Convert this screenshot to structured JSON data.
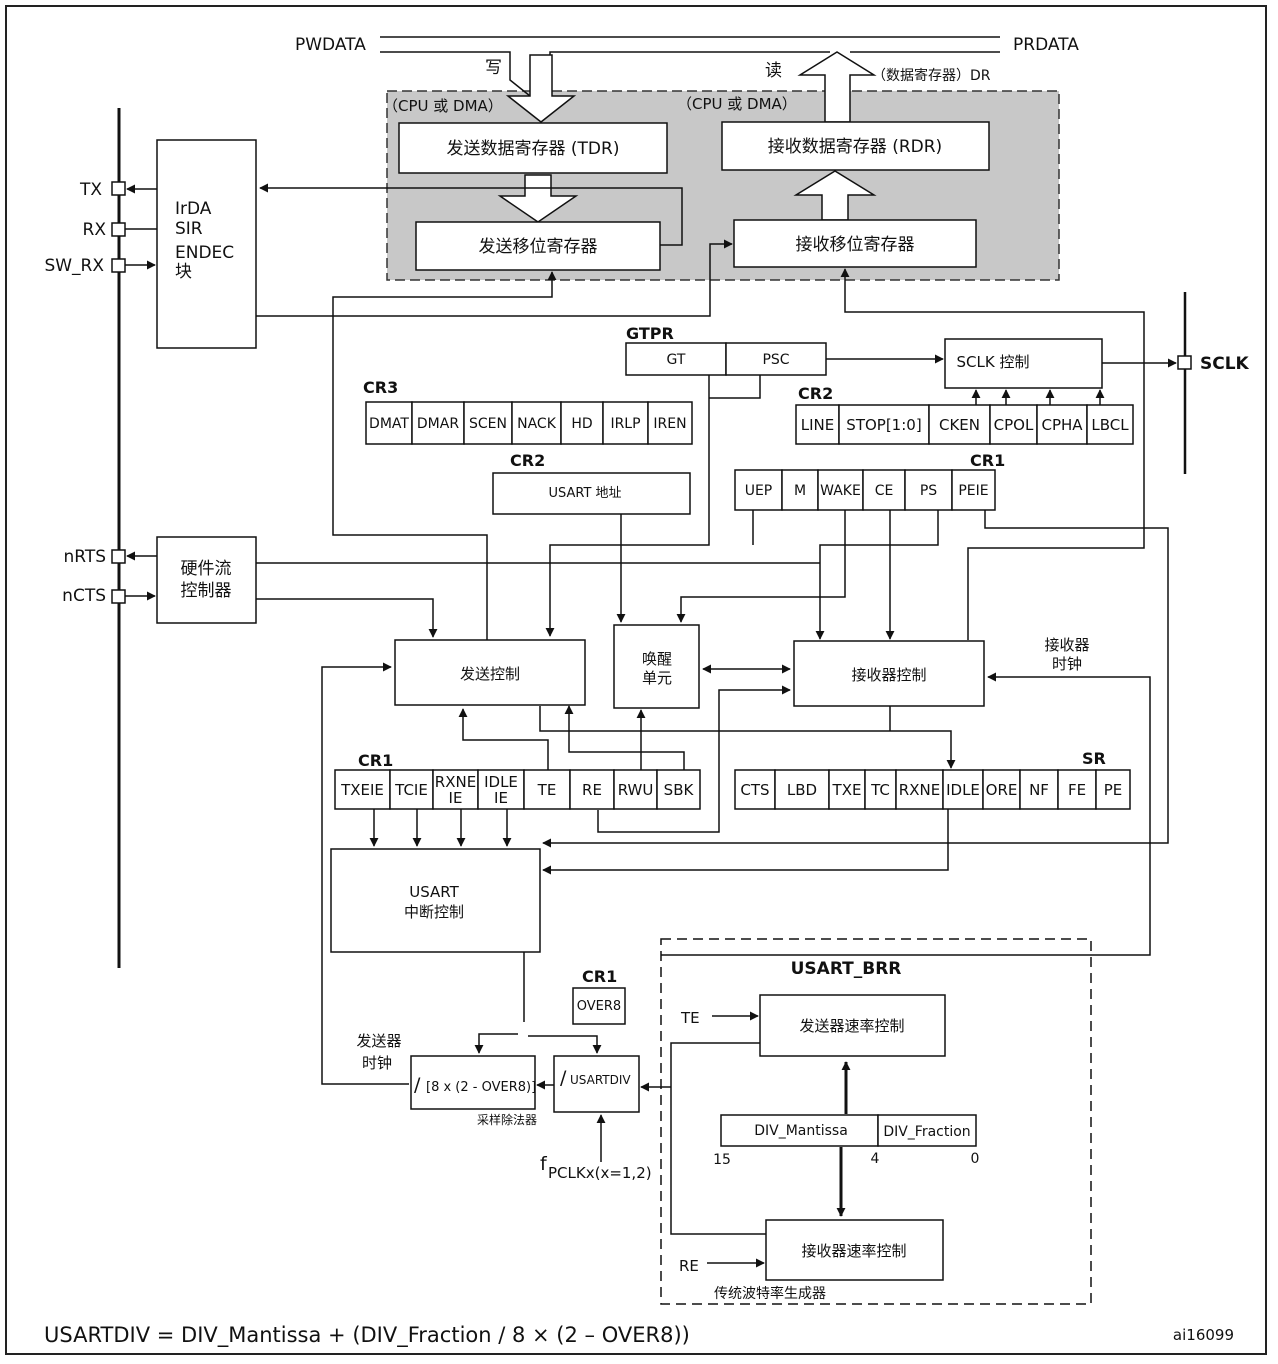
{
  "bus": {
    "pwdata": "PWDATA",
    "prdata": "PRDATA",
    "write": "写",
    "read": "读",
    "dr": "（数据寄存器）DR",
    "cpu_dma_left": "（CPU 或 DMA）",
    "cpu_dma_right": "（CPU 或 DMA）"
  },
  "registers": {
    "tdr": "发送数据寄存器 (TDR)",
    "rdr": "接收数据寄存器 (RDR)",
    "tx_shift": "发送移位寄存器",
    "rx_shift": "接收移位寄存器"
  },
  "pins": {
    "tx": "TX",
    "rx": "RX",
    "sw_rx": "SW_RX",
    "nrts": "nRTS",
    "ncts": "nCTS",
    "sclk": "SCLK"
  },
  "irda": {
    "line1": "IrDA",
    "line2": "SIR",
    "line3": "ENDEC",
    "line4": "块"
  },
  "hw_flow": {
    "line1": "硬件流",
    "line2": "控制器"
  },
  "gtpr": {
    "title": "GTPR",
    "fields": [
      "GT",
      "PSC"
    ]
  },
  "sclk_ctrl": "SCLK 控制",
  "cr3": {
    "title": "CR3",
    "fields": [
      "DMAT",
      "DMAR",
      "SCEN",
      "NACK",
      "HD",
      "IRLP",
      "IREN"
    ]
  },
  "cr2_top": {
    "title": "CR2",
    "fields": [
      "LINE",
      "STOP[1:0]",
      "CKEN",
      "CPOL",
      "CPHA",
      "LBCL"
    ]
  },
  "cr2_addr": {
    "title": "CR2",
    "field": "USART 地址"
  },
  "cr1_top": {
    "title": "CR1",
    "fields": [
      "UEP",
      "M",
      "WAKE",
      "CE",
      "PS",
      "PEIE"
    ]
  },
  "blocks": {
    "tx_ctrl": "发送控制",
    "wakeup_l1": "唤醒",
    "wakeup_l2": "单元",
    "rx_ctrl": "接收器控制",
    "rx_clock_l1": "接收器",
    "rx_clock_l2": "时钟"
  },
  "cr1_bottom": {
    "title": "CR1",
    "fields": [
      "TXEIE",
      "TCIE",
      "RXNE\nIE",
      "IDLE\nIE",
      "TE",
      "RE",
      "RWU",
      "SBK"
    ]
  },
  "sr": {
    "title": "SR",
    "fields": [
      "CTS",
      "LBD",
      "TXE",
      "TC",
      "RXNE",
      "IDLE",
      "ORE",
      "NF",
      "FE",
      "PE"
    ]
  },
  "interrupt": {
    "line1": "USART",
    "line2": "中断控制"
  },
  "brr": {
    "title": "USART_BRR",
    "te": "TE",
    "re": "RE",
    "tx_rate": "发送器速率控制",
    "rx_rate": "接收器速率控制",
    "div_mantissa": "DIV_Mantissa",
    "div_fraction": "DIV_Fraction",
    "bit15": "15",
    "bit4": "4",
    "bit0": "0",
    "caption": "传统波特率生成器"
  },
  "cr1_over8": {
    "title": "CR1",
    "field": "OVER8"
  },
  "dividers": {
    "sampling_slash": "/",
    "sampling": "[8 x (2 - OVER8)]",
    "sampling_caption": "采样除法器",
    "usartdiv_slash": "/",
    "usartdiv": "USARTDIV",
    "tx_clock_l1": "发送器",
    "tx_clock_l2": "时钟",
    "fpclk_f": "f",
    "fpclk_sub": "PCLKx(x=1,2)"
  },
  "formula": "USARTDIV = DIV_Mantissa + (DIV_Fraction / 8 × (2  –  OVER8))",
  "figure_id": "ai16099",
  "colors": {
    "shade": "#c8c8c8",
    "line": "#111111"
  }
}
